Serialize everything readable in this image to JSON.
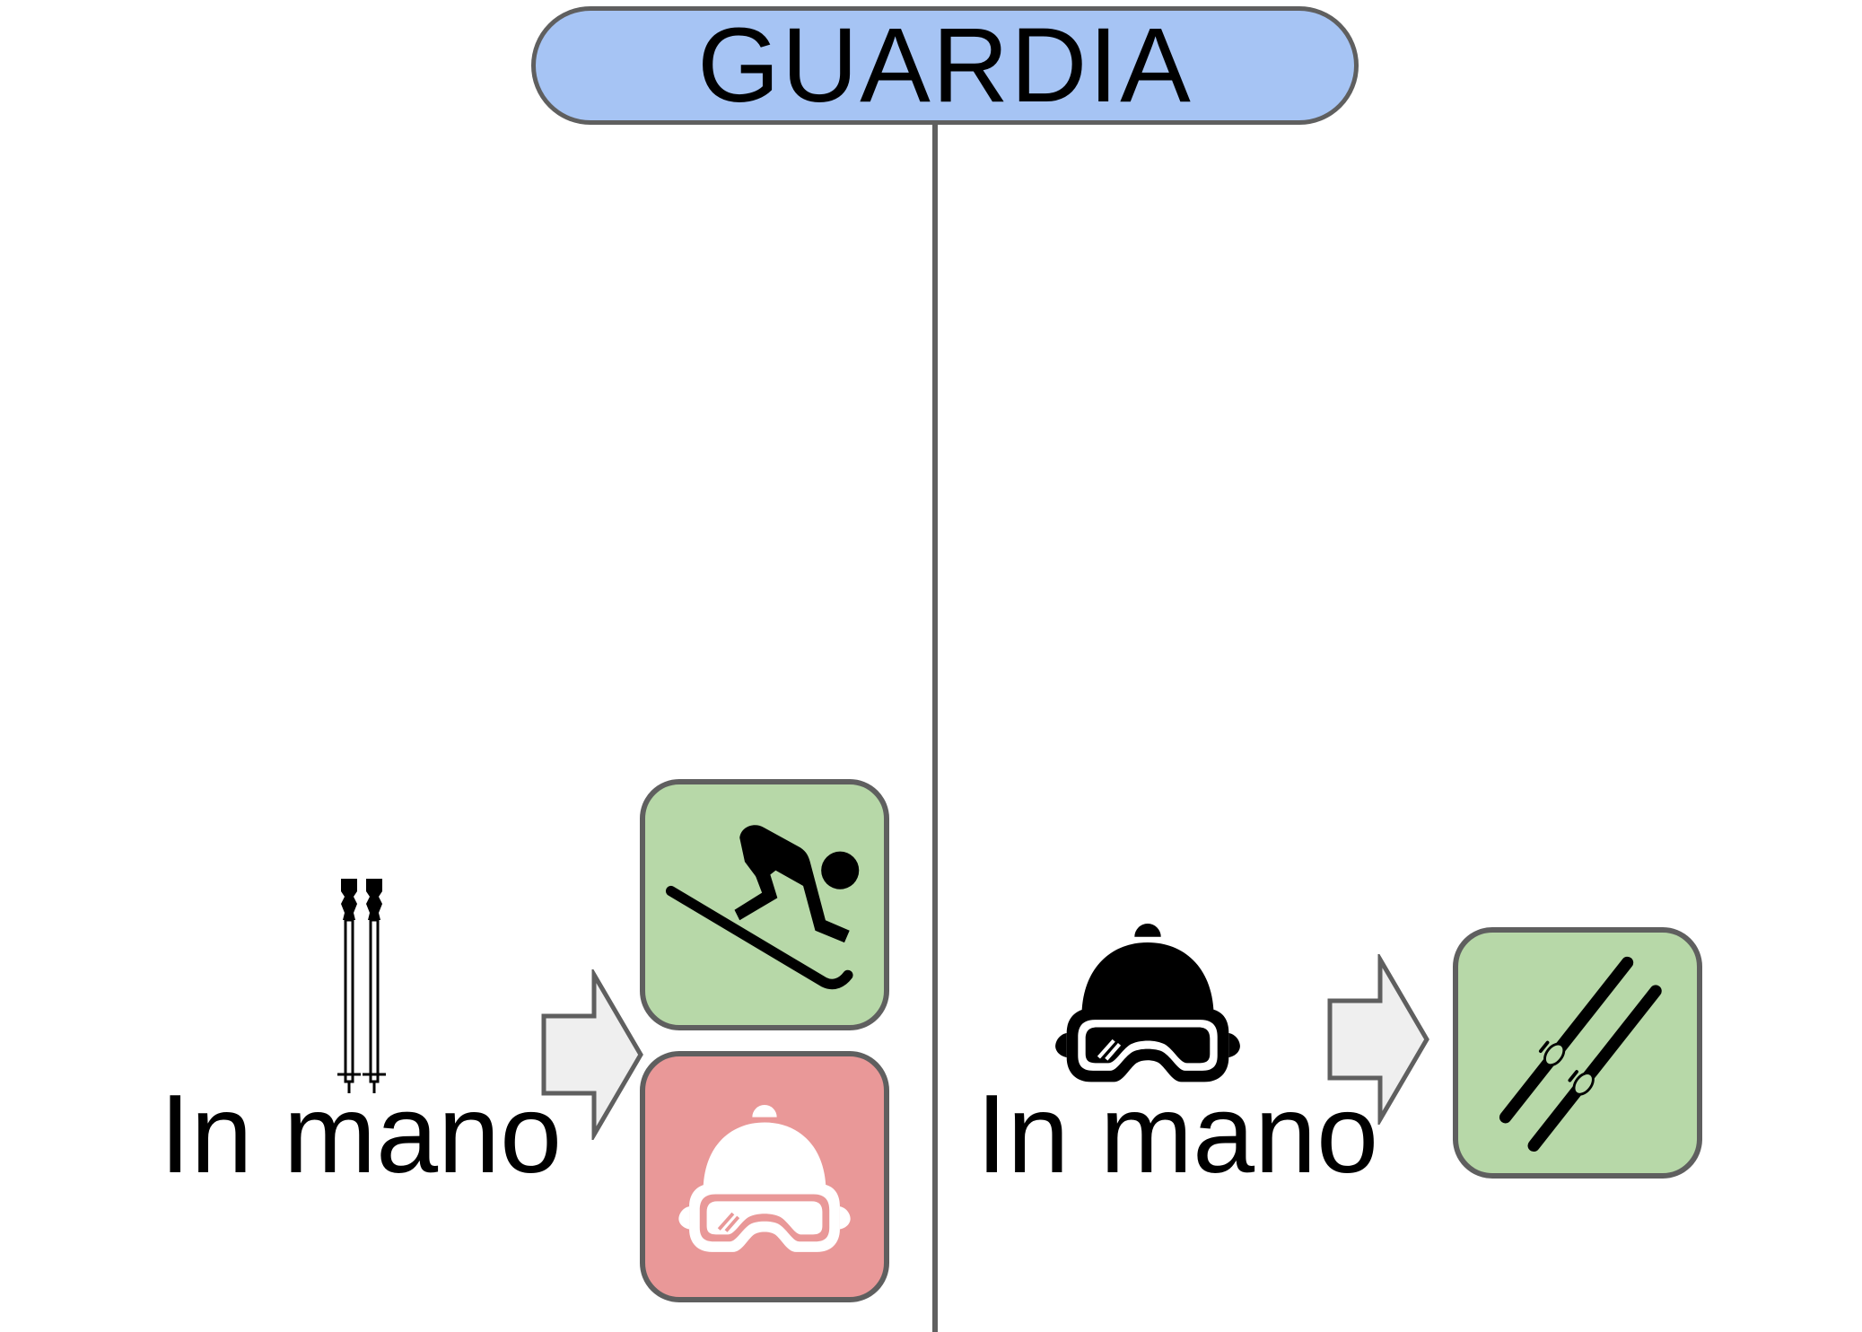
{
  "header": {
    "title": "GUARDIA"
  },
  "colors": {
    "header_fill": "#a6c4f4",
    "outcome_good": "#b7d8a8",
    "outcome_bad": "#e99898",
    "arrow_fill": "#efefef",
    "stroke": "#5f5f5f"
  },
  "left_branch": {
    "held_item_icon": "ski-poles-icon",
    "label": "In mano",
    "outcomes": [
      {
        "icon": "downhill-skier-icon",
        "status": "good"
      },
      {
        "icon": "ski-helmet-goggles-icon",
        "status": "bad"
      }
    ]
  },
  "right_branch": {
    "held_item_icon": "ski-helmet-goggles-icon",
    "label": "In mano",
    "outcomes": [
      {
        "icon": "skis-icon",
        "status": "good"
      }
    ]
  }
}
